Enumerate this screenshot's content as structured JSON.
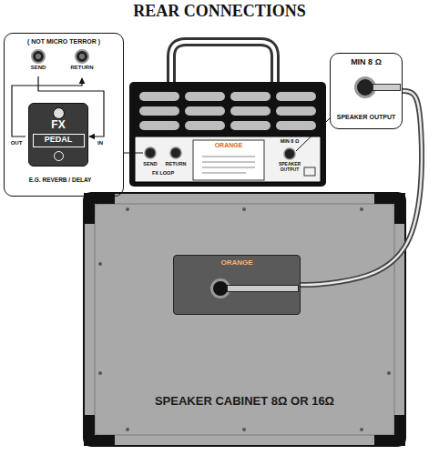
{
  "diagram": {
    "title": "REAR CONNECTIONS",
    "nodes": [
      {
        "text": [
          "( NOT MICRO TERROR )"
        ]
      },
      {
        "text": [
          "FX",
          "PEDAL"
        ],
        "in": 0
      },
      {
        "text": [
          "ORANGE"
        ]
      },
      {
        "text": [
          "MIN 8 Ω",
          "SPEAKER OUTPUT"
        ]
      },
      {
        "text": [
          "SPEAKER CABINET 8Ω OR 16Ω"
        ]
      },
      {
        "text": [
          "ORANGE"
        ],
        "in": 4
      }
    ],
    "edges": [
      {
        "from": 3,
        "to": 5,
        "arrow": "none"
      }
    ],
    "labels": [
      "SEND",
      "RETURN",
      "OUT",
      "IN",
      "E.G. REVERB / DELAY",
      "SEND",
      "RETURN",
      "FX LOOP",
      "MIN 8 Ω",
      "SPEAKER OUTPUT"
    ]
  }
}
